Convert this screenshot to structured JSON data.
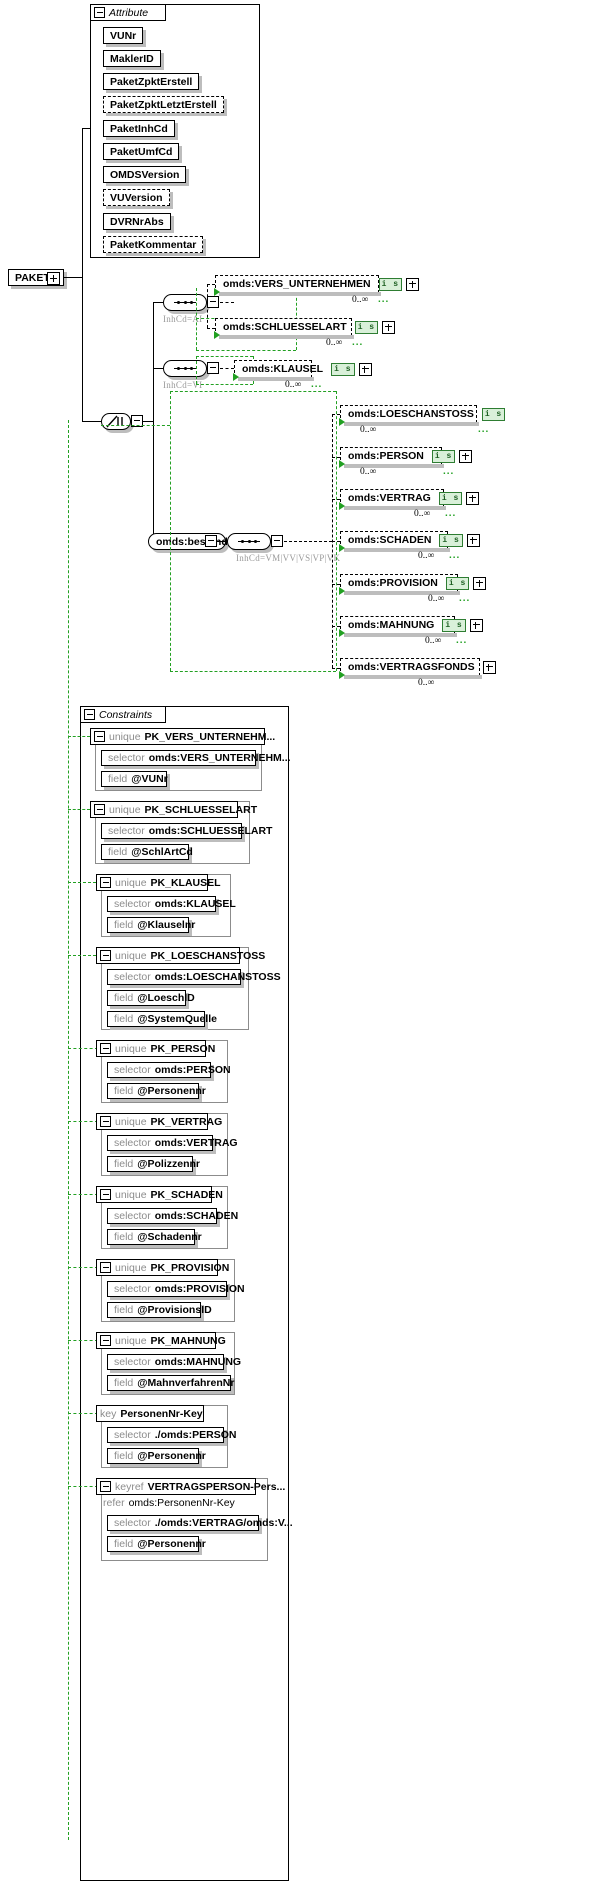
{
  "diagram": {
    "root": {
      "label": "PAKET"
    },
    "attribute_group": {
      "title": "Attribute",
      "items": [
        {
          "label": "VUNr",
          "optional": false
        },
        {
          "label": "MaklerID",
          "optional": false
        },
        {
          "label": "PaketZpktErstell",
          "optional": false
        },
        {
          "label": "PaketZpktLetztErstell",
          "optional": true
        },
        {
          "label": "PaketInhCd",
          "optional": false
        },
        {
          "label": "PaketUmfCd",
          "optional": false
        },
        {
          "label": "OMDSVersion",
          "optional": false
        },
        {
          "label": "VUVersion",
          "optional": true
        },
        {
          "label": "DVRNrAbs",
          "optional": false
        },
        {
          "label": "PaketKommentar",
          "optional": true
        }
      ]
    },
    "branches": [
      {
        "compositor": "sequence",
        "condition": "InhCd=AI",
        "elements": [
          {
            "label": "omds:VERS_UNTERNEHMEN",
            "badge": "i s",
            "expander": "+",
            "cardinality": "0..∞"
          },
          {
            "label": "omds:SCHLUESSELART",
            "badge": "i s",
            "expander": "+",
            "cardinality": "0..∞"
          }
        ]
      },
      {
        "compositor": "sequence",
        "condition": "InhCd=VI",
        "elements": [
          {
            "label": "omds:KLAUSEL",
            "badge": "i s",
            "expander": "+",
            "cardinality": "0..∞"
          }
        ]
      },
      {
        "compositor": "sequence",
        "condition": "InhCd=VM|VV|VS|VP|VK",
        "parent": "omds:bestand",
        "elements": [
          {
            "label": "omds:LOESCHANSTOSS",
            "badge": "i s",
            "expander": "+",
            "cardinality": "0..∞"
          },
          {
            "label": "omds:PERSON",
            "badge": "i s",
            "expander": "+",
            "cardinality": "0..∞"
          },
          {
            "label": "omds:VERTRAG",
            "badge": "i s",
            "expander": "+",
            "cardinality": "0..∞"
          },
          {
            "label": "omds:SCHADEN",
            "badge": "i s",
            "expander": "+",
            "cardinality": "0..∞"
          },
          {
            "label": "omds:PROVISION",
            "badge": "i s",
            "expander": "+",
            "cardinality": "0..∞"
          },
          {
            "label": "omds:MAHNUNG",
            "badge": "i s",
            "expander": "+",
            "cardinality": "0..∞"
          },
          {
            "label": "omds:VERTRAGSFONDS",
            "badge": "",
            "expander": "+",
            "cardinality": "0..∞"
          }
        ]
      }
    ],
    "constraints_group": {
      "title": "Constraints",
      "items": [
        {
          "kind": "unique",
          "name": "PK_VERS_UNTERNEHM...",
          "selector_kw": "selector",
          "selector": "omds:VERS_UNTERNEHM...",
          "fields": [
            {
              "kw": "field",
              "value": "@VUNr"
            }
          ]
        },
        {
          "kind": "unique",
          "name": "PK_SCHLUESSELART",
          "selector_kw": "selector",
          "selector": "omds:SCHLUESSELART",
          "fields": [
            {
              "kw": "field",
              "value": "@SchlArtCd"
            }
          ]
        },
        {
          "kind": "unique",
          "name": "PK_KLAUSEL",
          "selector_kw": "selector",
          "selector": "omds:KLAUSEL",
          "fields": [
            {
              "kw": "field",
              "value": "@Klauselnr"
            }
          ]
        },
        {
          "kind": "unique",
          "name": "PK_LOESCHANSTOSS",
          "selector_kw": "selector",
          "selector": "omds:LOESCHANSTOSS",
          "fields": [
            {
              "kw": "field",
              "value": "@LoeschID"
            },
            {
              "kw": "field",
              "value": "@SystemQuelle"
            }
          ]
        },
        {
          "kind": "unique",
          "name": "PK_PERSON",
          "selector_kw": "selector",
          "selector": "omds:PERSON",
          "fields": [
            {
              "kw": "field",
              "value": "@Personennr"
            }
          ]
        },
        {
          "kind": "unique",
          "name": "PK_VERTRAG",
          "selector_kw": "selector",
          "selector": "omds:VERTRAG",
          "fields": [
            {
              "kw": "field",
              "value": "@Polizzennr"
            }
          ]
        },
        {
          "kind": "unique",
          "name": "PK_SCHADEN",
          "selector_kw": "selector",
          "selector": "omds:SCHADEN",
          "fields": [
            {
              "kw": "field",
              "value": "@Schadennr"
            }
          ]
        },
        {
          "kind": "unique",
          "name": "PK_PROVISION",
          "selector_kw": "selector",
          "selector": "omds:PROVISION",
          "fields": [
            {
              "kw": "field",
              "value": "@ProvisionsID"
            }
          ]
        },
        {
          "kind": "unique",
          "name": "PK_MAHNUNG",
          "selector_kw": "selector",
          "selector": "omds:MAHNUNG",
          "fields": [
            {
              "kw": "field",
              "value": "@MahnverfahrenNr"
            }
          ]
        },
        {
          "kind": "key",
          "name": "PersonenNr-Key",
          "selector_kw": "selector",
          "selector": "./omds:PERSON",
          "fields": [
            {
              "kw": "field",
              "value": "@Personennr"
            }
          ]
        },
        {
          "kind": "keyref",
          "name": "VERTRAGSPERSON-Pers...",
          "refer_kw": "refer",
          "refer": "omds:PersonenNr-Key",
          "selector_kw": "selector",
          "selector": "./omds:VERTRAG/omds:V...",
          "fields": [
            {
              "kw": "field",
              "value": "@Personennr"
            }
          ]
        }
      ]
    }
  }
}
